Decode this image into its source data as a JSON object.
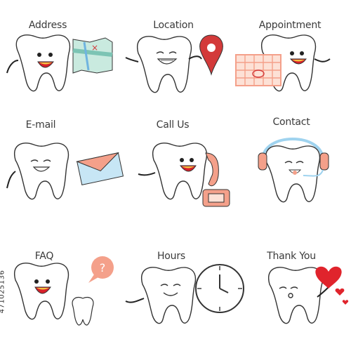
{
  "labels": {
    "address": "Address",
    "location": "Location",
    "appointment": "Appointment",
    "email": "E-mail",
    "call_us": "Call Us",
    "contact": "Contact",
    "faq": "FAQ",
    "hours": "Hours",
    "thank_you": "Thank You",
    "faq_bubble": "?"
  },
  "watermark_id": "471025136",
  "colors": {
    "accent": "#f4a08a",
    "pin": "#d33a3a",
    "mouth": "#d8202a",
    "tongue": "#f5c242",
    "heart": "#e0242c",
    "headset_band": "#9fd3ef",
    "outline": "#333333"
  }
}
